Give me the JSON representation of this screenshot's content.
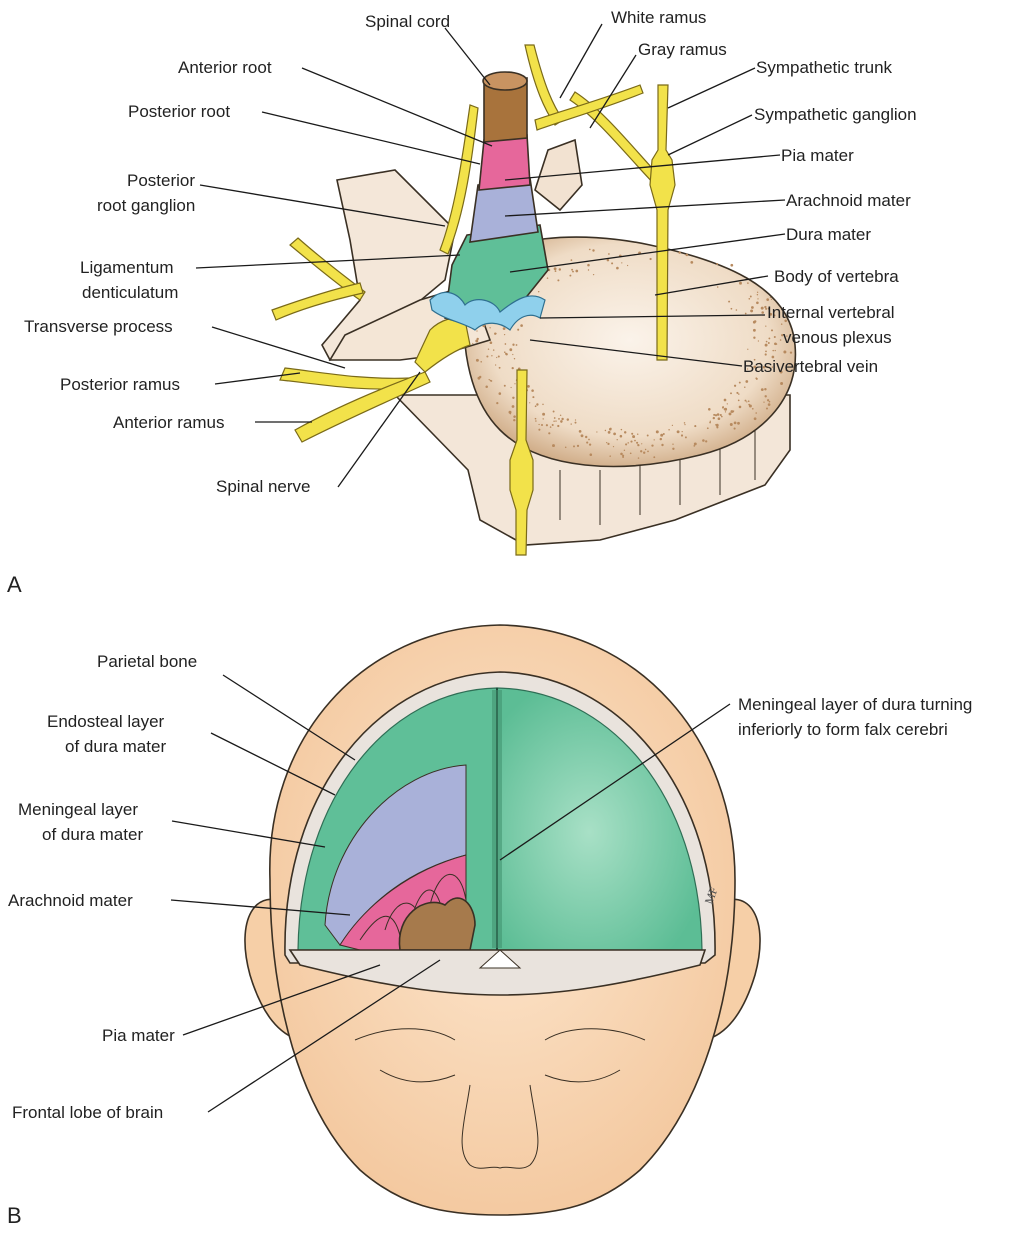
{
  "panel_a": {
    "letter": "A",
    "labels": {
      "spinal_cord": "Spinal cord",
      "white_ramus": "White ramus",
      "gray_ramus": "Gray ramus",
      "sympathetic_trunk": "Sympathetic trunk",
      "anterior_root": "Anterior root",
      "posterior_root": "Posterior root",
      "sympathetic_ganglion": "Sympathetic ganglion",
      "pia_mater": "Pia mater",
      "posterior_root_ganglion_1": "Posterior",
      "posterior_root_ganglion_2": "root ganglion",
      "arachnoid_mater": "Arachnoid mater",
      "dura_mater": "Dura mater",
      "ligamentum_1": "Ligamentum",
      "ligamentum_2": "denticulatum",
      "body_of_vertebra": "Body of vertebra",
      "internal_venous_1": "Internal vertebral",
      "internal_venous_2": "venous plexus",
      "transverse_process": "Transverse process",
      "basivertebral_vein": "Basivertebral vein",
      "posterior_ramus": "Posterior ramus",
      "anterior_ramus": "Anterior ramus",
      "spinal_nerve": "Spinal nerve"
    }
  },
  "panel_b": {
    "letter": "B",
    "labels": {
      "parietal_bone": "Parietal bone",
      "endosteal_1": "Endosteal layer",
      "endosteal_2": "of dura mater",
      "meningeal_1": "Meningeal layer",
      "meningeal_2": "of dura mater",
      "arachnoid_mater": "Arachnoid mater",
      "pia_mater": "Pia mater",
      "frontal_lobe": "Frontal lobe of brain",
      "falx_1": "Meningeal layer of dura turning",
      "falx_2": "inferiorly to form falx cerebri"
    },
    "signature": "MF"
  },
  "colors": {
    "bone": "#f6e9dc",
    "bone_shade": "#c9a27a",
    "nerve": "#f2e24a",
    "spinal_cord": "#a8733c",
    "pia": "#e6679b",
    "arachnoid": "#a9b1d9",
    "dura": "#5fbf98",
    "vein": "#8fd0ec",
    "skin": "#f8d6b2",
    "brain": "#a67a4c"
  }
}
